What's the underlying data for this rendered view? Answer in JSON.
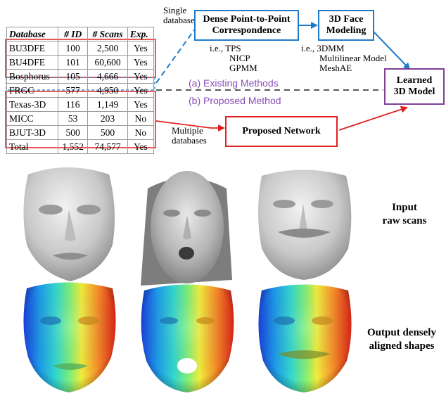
{
  "table": {
    "headers": [
      "Database",
      "# ID",
      "# Scans",
      "Exp."
    ],
    "rows": [
      [
        "BU3DFE",
        "100",
        "2,500",
        "Yes"
      ],
      [
        "BU4DFE",
        "101",
        "60,600",
        "Yes"
      ],
      [
        "Bosphorus",
        "105",
        "4,666",
        "Yes"
      ],
      [
        "FRGC",
        "577",
        "4,950",
        "Yes"
      ],
      [
        "Texas-3D",
        "116",
        "1,149",
        "Yes"
      ],
      [
        "MICC",
        "53",
        "203",
        "No"
      ],
      [
        "BJUT-3D",
        "500",
        "500",
        "No"
      ]
    ],
    "total": [
      "Total",
      "1,552",
      "74,577",
      "Yes"
    ]
  },
  "labels": {
    "single_database": [
      "Single",
      "database"
    ],
    "multiple_databases": [
      "Multiple",
      "databases"
    ],
    "correspondence_box": [
      "Dense Point-to-Point",
      "Correspondence"
    ],
    "correspondence_examples": [
      "i.e., TPS",
      "NICP",
      "GPMM"
    ],
    "modeling_box": [
      "3D Face",
      "Modeling"
    ],
    "modeling_examples": [
      "i.e., 3DMM",
      "Multilinear Model",
      "MeshAE"
    ],
    "existing_methods": "(a) Existing Methods",
    "proposed_method": "(b) Proposed Method",
    "learned_model_box": [
      "Learned",
      "3D Model"
    ],
    "proposed_network_box": "Proposed Network",
    "input_caption": [
      "Input",
      "raw scans"
    ],
    "output_caption": [
      "Output densely",
      "aligned shapes"
    ]
  },
  "colors": {
    "blue": "#1f7bc8",
    "red": "#e02020",
    "purple": "#7f3f98",
    "purple_text": "#8a4fb7"
  }
}
